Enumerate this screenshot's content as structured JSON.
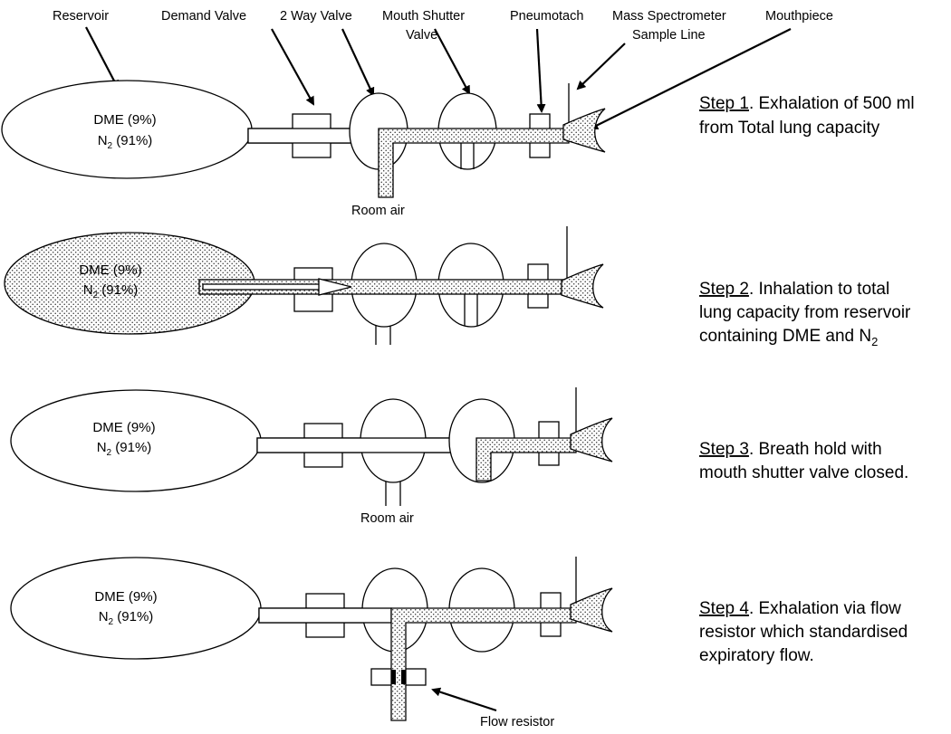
{
  "top_labels": {
    "reservoir": "Reservoir",
    "demand_valve": "Demand Valve",
    "two_way_valve": "2 Way Valve",
    "mouth_shutter_line1": "Mouth Shutter",
    "mouth_shutter_line2": "Valve",
    "pneumotach": "Pneumotach",
    "mass_spec_line1": "Mass Spectrometer",
    "mass_spec_line2": "Sample Line",
    "mouthpiece": "Mouthpiece"
  },
  "reservoir_gas": {
    "dme": "DME (9%)",
    "n2_sym": "N",
    "n2_sub": "2",
    "n2_pct": " (91%)"
  },
  "room_air": "Room air",
  "flow_resistor": "Flow resistor",
  "steps": {
    "s1": {
      "title": "Step 1",
      "line1": ". Exhalation of 500 ml",
      "line2": "from Total lung capacity"
    },
    "s2": {
      "title": "Step 2",
      "line1": ". Inhalation to total",
      "line2": "lung capacity from reservoir",
      "line3": "containing DME and N",
      "line3_sub": "2"
    },
    "s3": {
      "title": "Step 3",
      "line1": ". Breath hold with",
      "line2": "mouth shutter valve closed."
    },
    "s4": {
      "title": "Step 4",
      "line1": ". Exhalation via flow",
      "line2": "resistor which standardised",
      "line3": "expiratory flow."
    }
  }
}
